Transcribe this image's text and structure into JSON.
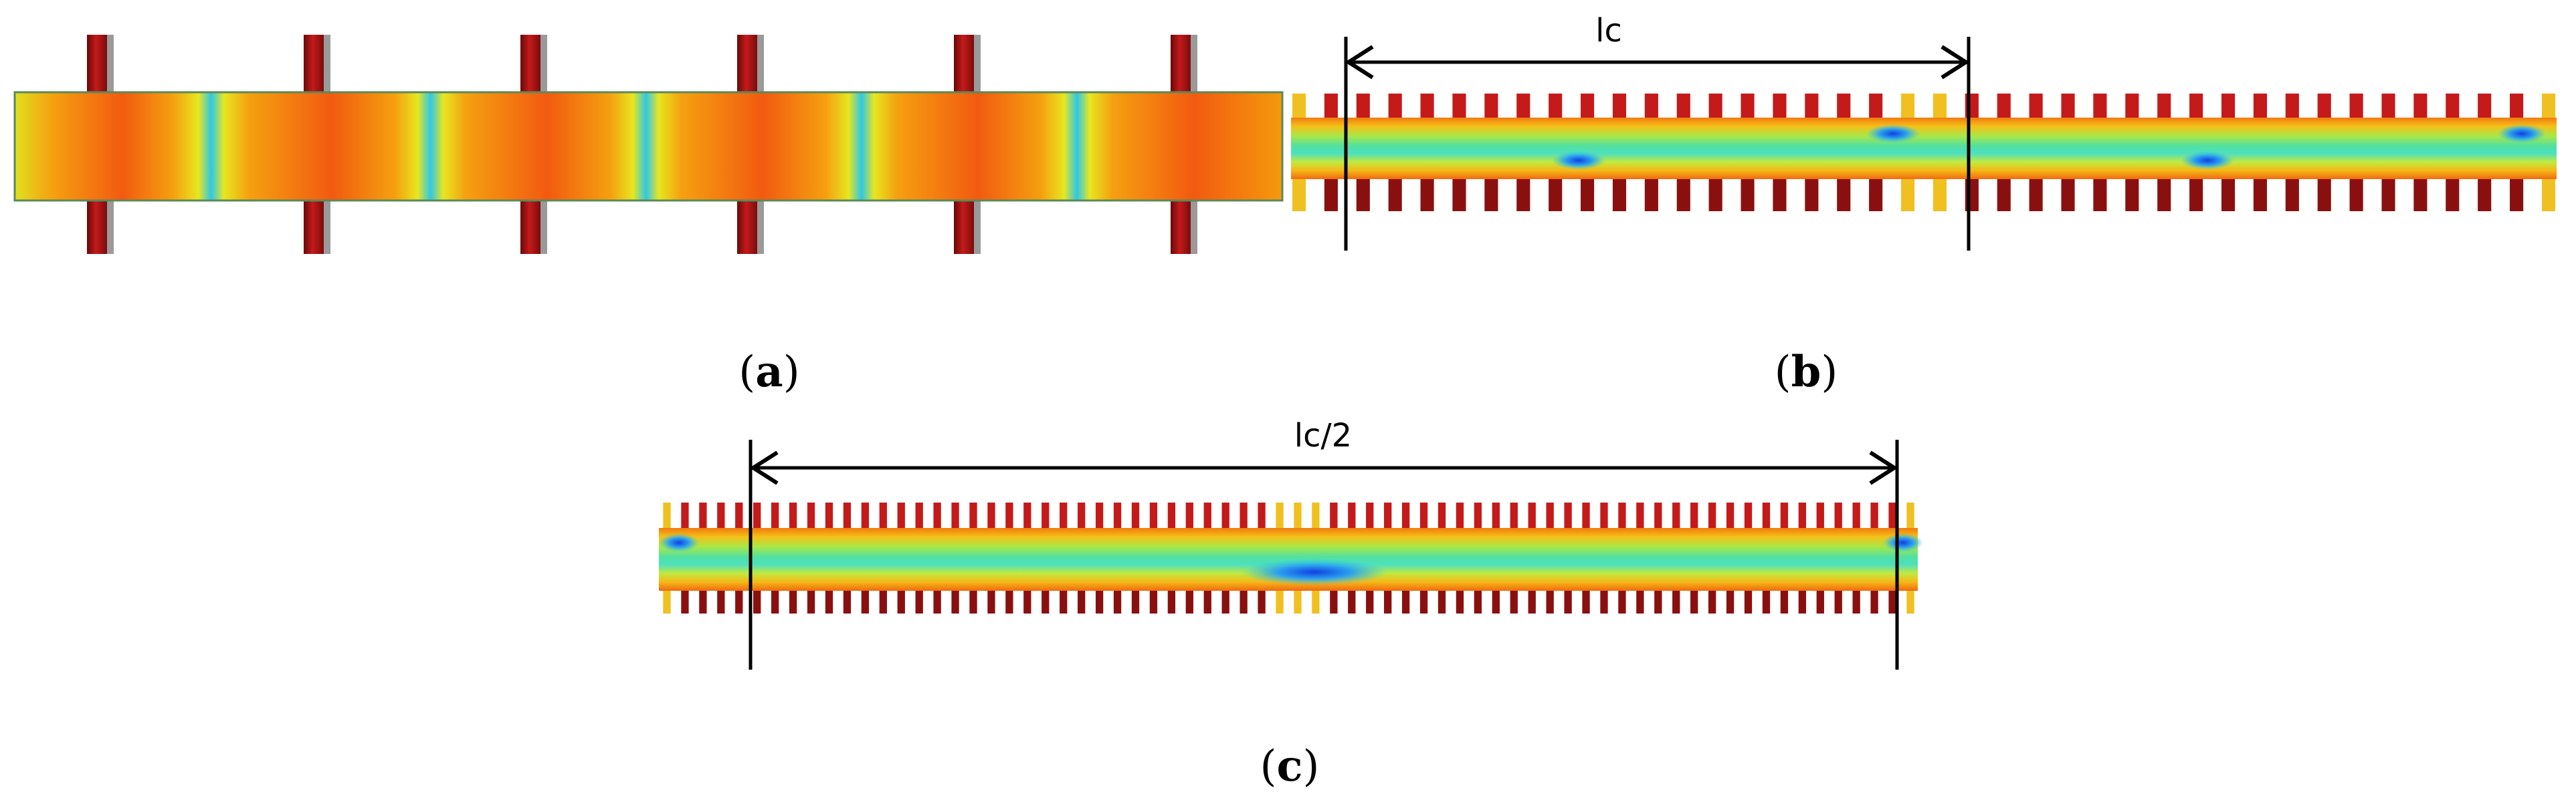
{
  "panels": [
    {
      "id": "a",
      "caption_letter": "a",
      "stub_pairs": 6
    },
    {
      "id": "b",
      "caption_letter": "b",
      "stub_pairs": 40,
      "dimension_label": "lc"
    },
    {
      "id": "c",
      "caption_letter": "c",
      "stub_pairs": 70,
      "dimension_label": "lc/2"
    }
  ],
  "colors": {
    "stub_dark": "#8a1010",
    "stub_mid": "#c41a1a",
    "stub_light": "#f0c020",
    "field_red": "#f06010",
    "field_orange": "#f59a0c",
    "field_yellow": "#e7e620",
    "field_green": "#52e07a",
    "field_cyan": "#2ec8e8",
    "field_blue": "#1060e0",
    "shadow": "#9a9a9a"
  }
}
